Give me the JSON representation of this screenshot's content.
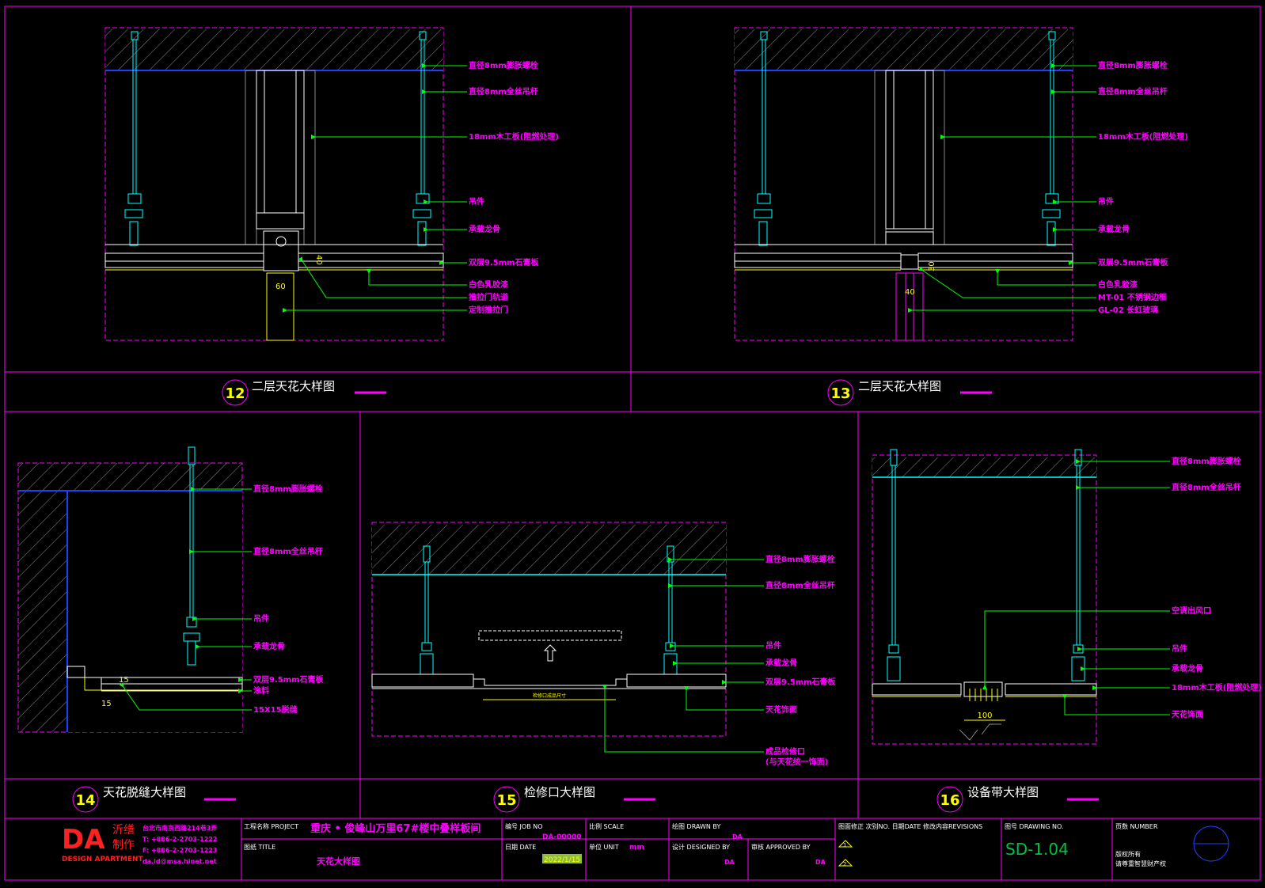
{
  "colors": {
    "frame": "#ff00ff",
    "leader": "#00ff00",
    "label": "#ff00ff",
    "slab": "#0000ff",
    "dimension": "#ffff00",
    "hatch": "#a0a0a0",
    "background": "#000000"
  },
  "details": [
    {
      "number": "12",
      "title": "二层天花大样图",
      "labels": [
        "直径8mm膨胀螺栓",
        "直径8mm全丝吊杆",
        "18mm木工板(阻燃处理)",
        "吊件",
        "承载龙骨",
        "双层9.5mm石膏板",
        "白色乳胶漆",
        "推拉门轨道",
        "定制推拉门"
      ],
      "dims": [
        "60",
        "40"
      ]
    },
    {
      "number": "13",
      "title": "二层天花大样图",
      "labels": [
        "直径8mm膨胀螺栓",
        "直径8mm全丝吊杆",
        "18mm木工板(阻燃处理)",
        "吊件",
        "承载龙骨",
        "双层9.5mm石膏板",
        "白色乳胶漆",
        "MT-01 不锈钢边框",
        "GL-02 长虹玻璃"
      ],
      "dims": [
        "40",
        "30"
      ]
    },
    {
      "number": "14",
      "title": "天花脱缝大样图",
      "labels": [
        "直径8mm膨胀螺栓",
        "直径8mm全丝吊杆",
        "吊件",
        "承载龙骨",
        "双层9.5mm石膏板",
        "涂料",
        "15X15脱缝"
      ],
      "dims": [
        "15",
        "15"
      ]
    },
    {
      "number": "15",
      "title": "检修口大样图",
      "labels": [
        "直径8mm膨胀螺栓",
        "直径8mm全丝吊杆",
        "吊件",
        "承载龙骨",
        "双层9.5mm石膏板",
        "天花饰面",
        "成品检修口",
        "(与天花统一饰面)"
      ],
      "dims": [
        "检修口成品尺寸"
      ]
    },
    {
      "number": "16",
      "title": "设备带大样图",
      "labels": [
        "直径8mm膨胀螺栓",
        "直径8mm全丝吊杆",
        "空调出风口",
        "吊件",
        "承载龙骨",
        "18mm木工板(阻燃处理)",
        "天花饰面"
      ],
      "dims": [
        "100"
      ]
    }
  ],
  "titleblock": {
    "logo_letters": "DA",
    "logo_cn": [
      "沂缮",
      "制作"
    ],
    "logo_en": "DESIGN APARTMENT",
    "address": "台北市南京西路214巷3弄",
    "tel": "T: +886-2-2703-1222",
    "fax": "F: +886-2-2703-1223",
    "email": "da.id@msa.hinet.net",
    "project_label": "工程名称 PROJECT",
    "project_value": "重庆 • 俊峰山万里67#楼中叠样板间",
    "title_label": "图纸 TITLE",
    "title_value": "天花大样图",
    "jobno_label": "编号 JOB NO",
    "jobno_value": "DA-00000",
    "scale_label": "比例 SCALE",
    "date_label": "日期 DATE",
    "date_value": "2022/1/15",
    "unit_label": "单位 UNIT",
    "unit_value": "mm",
    "drawn_label": "绘图 DRAWN BY",
    "drawn_value": "DA",
    "designed_label": "设计 DESIGNED BY",
    "designed_value": "DA",
    "approved_label": "审核 APPROVED BY",
    "approved_value": "DA",
    "revisions_label": "图面修正 次别NO. 日期DATE 修改内容REVISIONS",
    "rev1": "1",
    "rev2": "2",
    "drawingno_label": "图号 DRAWING NO.",
    "drawingno_value": "SD-1.04",
    "page_label": "页数 NUMBER",
    "copyright1": "版权所有",
    "copyright2": "请尊重智慧财产权"
  }
}
